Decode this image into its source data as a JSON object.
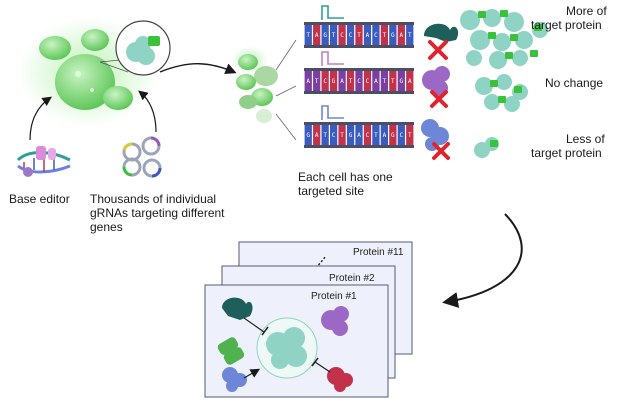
{
  "labels": {
    "base_editor": "Base editor",
    "grna_library": [
      "Thousands of individual",
      "gRNAs targeting different",
      "genes"
    ],
    "each_cell": [
      "Each cell has one",
      "targeted site"
    ],
    "more_protein": [
      "More of",
      "target protein"
    ],
    "no_change": "No change",
    "less_protein": [
      "Less of",
      "target protein"
    ],
    "protein_11": "Protein #11",
    "protein_2": "Protein #2",
    "protein_1": "Protein #1"
  },
  "dna_rows": [
    {
      "outcome": "more",
      "backbone_color": "#2f9e9a",
      "bases": [
        "T",
        "A",
        "G",
        "T",
        "C",
        "C",
        "T",
        "A",
        "C",
        "T",
        "G",
        "A",
        "T"
      ],
      "base_colors": [
        "#3a5bbf",
        "#c2334b",
        "#3a5bbf",
        "#3a5bbf",
        "#c2334b",
        "#3a5bbf",
        "#c2334b",
        "#3a5bbf",
        "#3a5bbf",
        "#c2334b",
        "#3a5bbf",
        "#c2334b",
        "#3a5bbf"
      ]
    },
    {
      "outcome": "none",
      "backbone_color": "#9b59b6",
      "bases": [
        "A",
        "T",
        "C",
        "G",
        "A",
        "T",
        "C",
        "C",
        "A",
        "T",
        "T",
        "G",
        "A"
      ],
      "base_colors": [
        "#7a3fa0",
        "#7a3fa0",
        "#c2334b",
        "#c2334b",
        "#7a3fa0",
        "#c2334b",
        "#7a3fa0",
        "#c2334b",
        "#7a3fa0",
        "#7a3fa0",
        "#c2334b",
        "#7a3fa0",
        "#c2334b"
      ]
    },
    {
      "outcome": "less",
      "backbone_color": "#5b6fd6",
      "bases": [
        "G",
        "A",
        "T",
        "C",
        "T",
        "G",
        "A",
        "C",
        "T",
        "A",
        "G",
        "C",
        "T"
      ],
      "base_colors": [
        "#3a5bbf",
        "#c2334b",
        "#3a5bbf",
        "#3a5bbf",
        "#c2334b",
        "#3a5bbf",
        "#3a5bbf",
        "#c2334b",
        "#3a5bbf",
        "#3a5bbf",
        "#c2334b",
        "#3a5bbf",
        "#c2334b"
      ]
    }
  ],
  "colors": {
    "cell_green": "#7fd67a",
    "cell_glow": "#b8f0b0",
    "protein_teal": "#8fd3c4",
    "inhibitor_dark": "#1f5f5b",
    "knockout_red": "#e0242e",
    "card_fill": "#eef1fb",
    "card_stroke": "#555a70"
  }
}
